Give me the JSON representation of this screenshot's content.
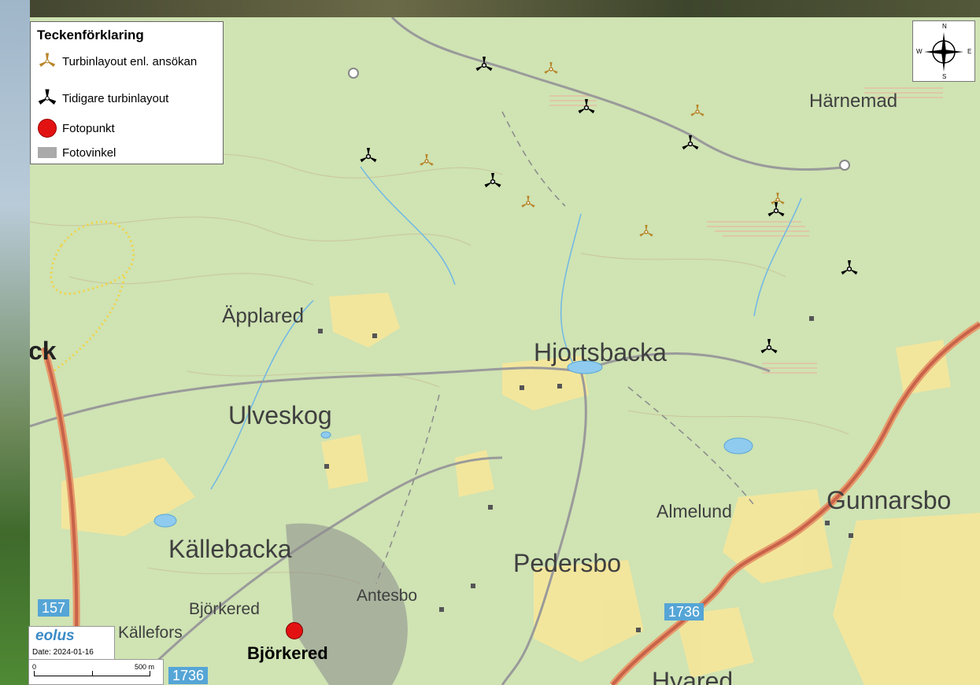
{
  "legend": {
    "title": "Teckenförklaring",
    "items": [
      {
        "label": "Turbinlayout enl. ansökan",
        "icon": "turbine-icon",
        "color": "#b8862a"
      },
      {
        "label": "Tidigare turbinlayout",
        "icon": "turbine-icon",
        "color": "#000000"
      },
      {
        "label": "Fotopunkt",
        "icon": "red-dot-icon",
        "color": "#e31212"
      },
      {
        "label": "Fotovinkel",
        "icon": "gray-box-icon",
        "color": "#aaaaaa"
      }
    ]
  },
  "compass": {
    "n": "N",
    "s": "S",
    "e": "E",
    "w": "W"
  },
  "places": {
    "harnemad": "Härnemad",
    "applared": "Äpplared",
    "hjortsbacka": "Hjortsbacka",
    "ulveskog": "Ulveskog",
    "kallebacka": "Källebacka",
    "bjorkered_small": "Björkered",
    "kallefors": "Källefors",
    "antesbo": "Antesbo",
    "pedersbo": "Pedersbo",
    "almelund": "Almelund",
    "gunnarsbo": "Gunnarsbo",
    "hyared": "Hyared",
    "ck": "ck",
    "photo_point": "Björkered"
  },
  "road_signs": {
    "r1736a": "1736",
    "r1736b": "1736",
    "r157": "157"
  },
  "logo": {
    "name": "eolus",
    "date": "Date: 2024-01-16"
  },
  "scale": {
    "start": "0",
    "end": "500  m"
  },
  "colors": {
    "new_turbine": "#b8862a",
    "old_turbine": "#000000",
    "photo_point": "#e31212"
  }
}
